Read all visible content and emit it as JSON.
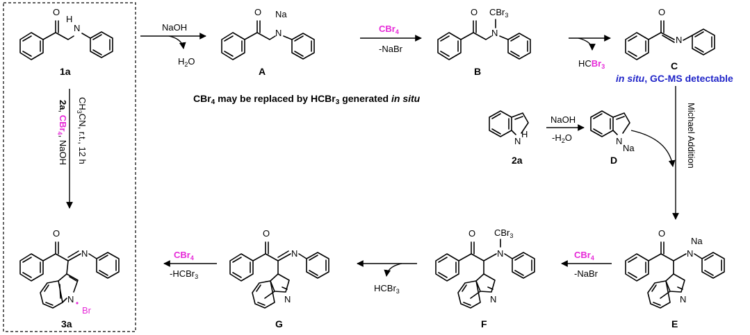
{
  "labels": {
    "c1a": "1a",
    "cA": "A",
    "cB": "B",
    "cC": "C",
    "c2a": "2a",
    "cD": "D",
    "cE": "E",
    "cF": "F",
    "cG": "G",
    "c3a": "3a"
  },
  "atoms": {
    "O": "O",
    "N": "N",
    "H": "H",
    "Na": "Na",
    "Br": "Br",
    "CBr": "CBr",
    "sub3": "3"
  },
  "reagents": {
    "naoh": "NaOH",
    "h2o": "H",
    "h2o_sub": "2",
    "h2o_o": "O",
    "cbr": "CBr",
    "cbr_sub": "4",
    "nabr": "-NaBr",
    "hcbr": "HC",
    "hcbr_mag": "Br",
    "hcbr_sub": "3",
    "d_minus": "-H",
    "d_sub": "2",
    "d_o": "O",
    "hcbr3_plain": "HCBr",
    "minus_hcbr3": "-HCBr",
    "michael": "Michael Addition"
  },
  "notes": {
    "insitu": "in situ",
    "gcms": ", GC-MS detectable",
    "cbr4_note_a": "CBr",
    "cbr4_note_sub": "4",
    "cbr4_note_b": " may be replaced by HCBr",
    "cbr4_note_sub2": "3",
    "cbr4_note_c": " generated ",
    "cbr4_note_d": "in situ"
  },
  "conditions": {
    "c_2a": "2a",
    "c_comma": ", ",
    "c_cbr": "CBr",
    "c_cbr_sub": "4",
    "c_naoh": ", NaOH",
    "c_ch3": "CH",
    "c_ch3_sub": "3",
    "c_rest": "CN, r.t., 12 h"
  },
  "colors": {
    "magenta": "#e62ad8",
    "blue": "#1f24c8"
  }
}
